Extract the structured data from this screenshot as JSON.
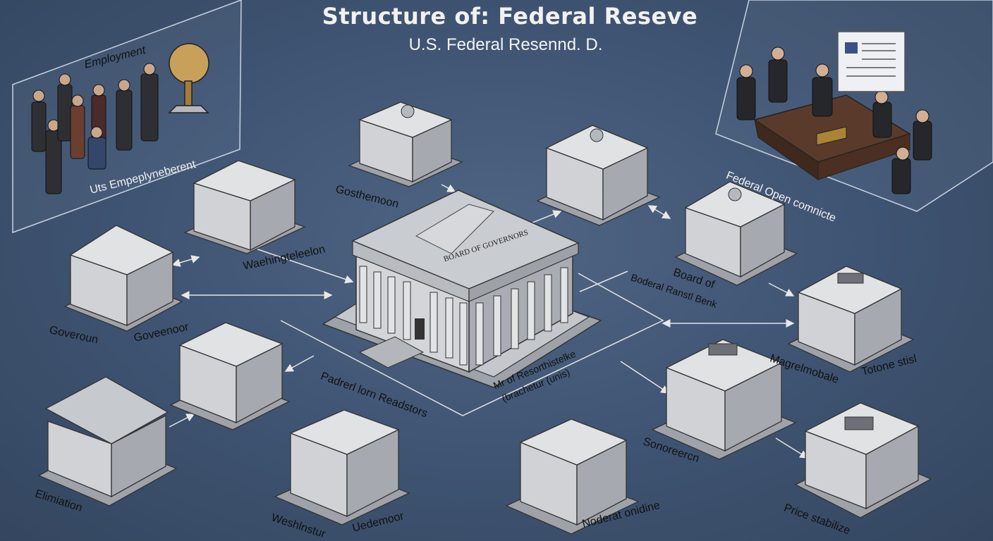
{
  "title": "Structure of: Federal Reseve",
  "subtitle": "U.S. Federal Resennd. D.",
  "labels": {
    "employment": "Employment",
    "us_employment": "Uts Empeplyneberent",
    "gosthemoon": "Gosthemoon",
    "washingtonlaelton": "Waehingteleelon",
    "governoun": "Goveroun",
    "governoor": "Goveenoor",
    "board_of_governors_plate": "BOARD OF GOVERNORS",
    "federal_reserve_banks": "Padrerl lorn Readstors",
    "federal_open_committee": "Federal Open comnicte",
    "board_of": "Board of",
    "federal_reserve_bank": "Boderal Ranstl Benk",
    "fed_reserve_banks_units": "Mr of Resorthistelke",
    "fed_reserve_banks_units_2": "(brachetur (unis)",
    "magretmobale": "Magrelmobale",
    "totone_stisl": "Totone stisl",
    "sonorercn": "Sonoreercn",
    "elimiation": "Elimiation",
    "washintur": "Weshlnstur",
    "uedemoor": "Uedemoor",
    "noderat_onidine": "Noderat onidine",
    "price_stabilize": "Price stabilize"
  }
}
